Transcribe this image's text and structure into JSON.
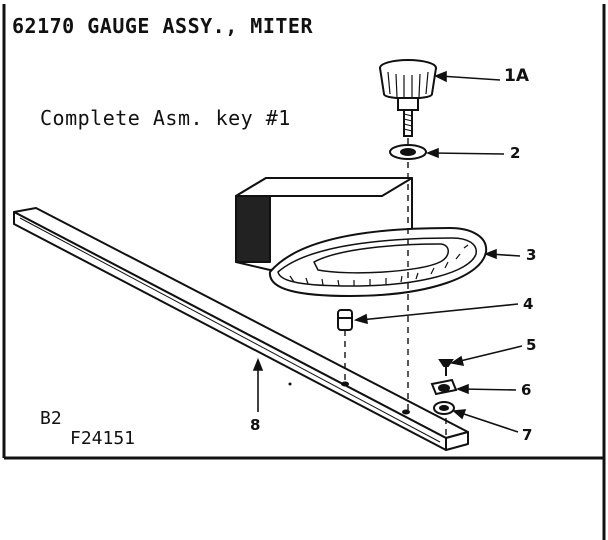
{
  "title": "62170 GAUGE ASSY., MITER",
  "subtitle": "Complete Asm. key #1",
  "codes": {
    "line1": "B2",
    "line2": "F24151"
  },
  "callouts": {
    "c1a": "1A",
    "c2": "2",
    "c3": "3",
    "c4": "4",
    "c5": "5",
    "c6": "6",
    "c7": "7",
    "c8": "8"
  }
}
